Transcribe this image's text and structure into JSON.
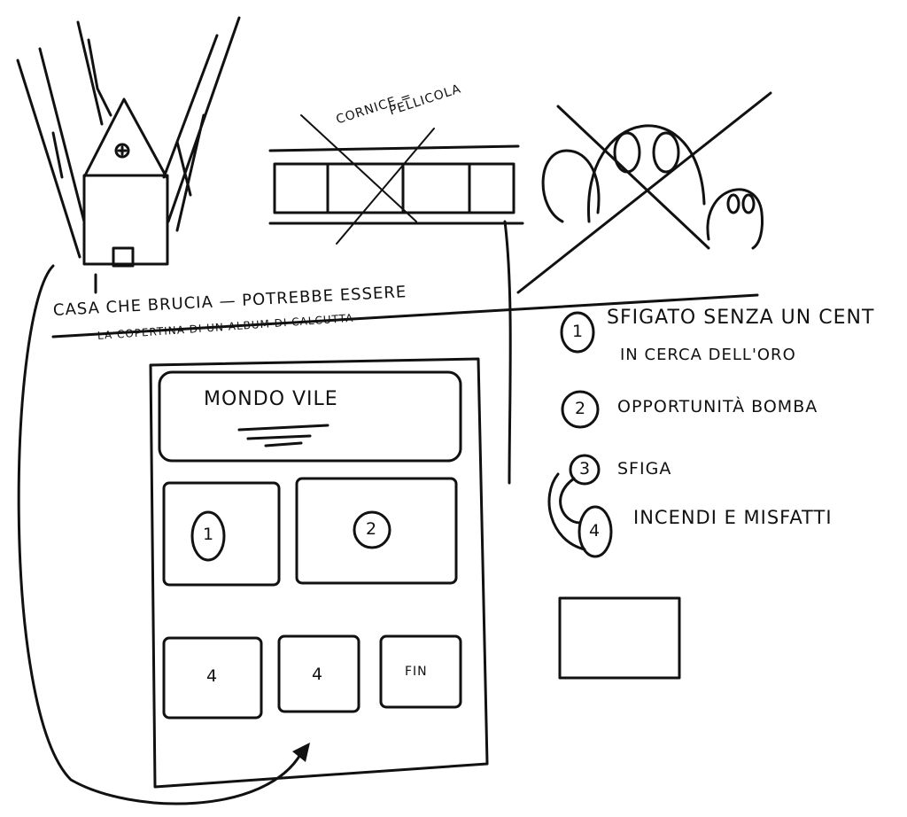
{
  "house_caption": {
    "line1": "CASA CHE BRUCIA — POTREBBE ESSERE",
    "line2": "LA COPERTINA DI UN ALBUM DI CALCUTTA"
  },
  "film_caption": {
    "line1": "CORNICE =",
    "line2": "PELLICOLA"
  },
  "layout": {
    "title_box": "MONDO VILE",
    "panels": [
      "1",
      "2",
      "4",
      "4",
      "FIN"
    ]
  },
  "story_list": [
    {
      "number": "1",
      "text": "SFIGATO SENZA UN CENT",
      "text2": "IN CERCA DELL'ORO"
    },
    {
      "number": "2",
      "text": "OPPORTUNITÀ BOMBA"
    },
    {
      "number": "3",
      "text": "SFIGA"
    },
    {
      "number": "4",
      "text": "INCENDI E MISFATTI"
    }
  ]
}
